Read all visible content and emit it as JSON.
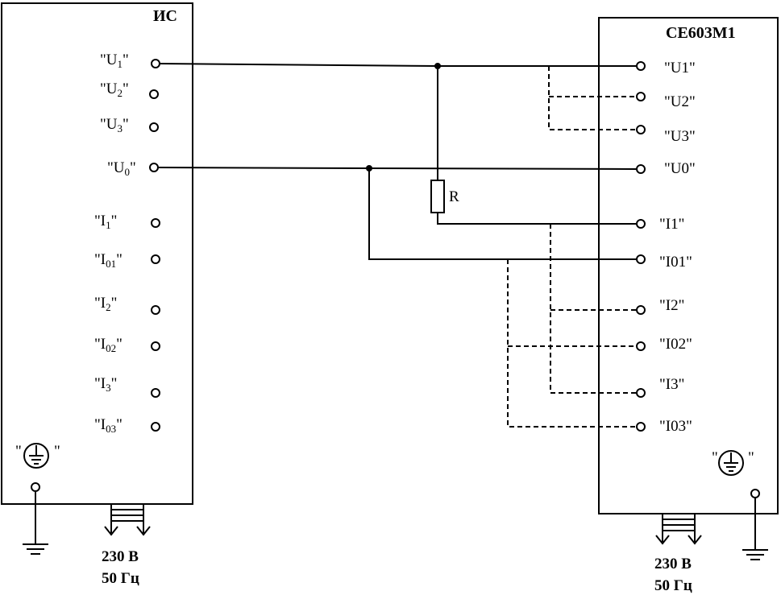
{
  "left_device": {
    "title": "ИС",
    "terminals": [
      {
        "label": "\"U1\"",
        "main": "U",
        "sub": "1"
      },
      {
        "label": "\"U2\"",
        "main": "U",
        "sub": "2"
      },
      {
        "label": "\"U3\"",
        "main": "U",
        "sub": "3"
      },
      {
        "label": "\"U0\"",
        "main": "U",
        "sub": "0"
      },
      {
        "label": "\"I1\"",
        "main": "I",
        "sub": "1"
      },
      {
        "label": "\"I01\"",
        "main": "I",
        "sub": "01"
      },
      {
        "label": "\"I2\"",
        "main": "I",
        "sub": "2"
      },
      {
        "label": "\"I02\"",
        "main": "I",
        "sub": "02"
      },
      {
        "label": "\"I3\"",
        "main": "I",
        "sub": "3"
      },
      {
        "label": "\"I03\"",
        "main": "I",
        "sub": "03"
      }
    ],
    "supply": {
      "voltage": "230 В",
      "frequency": "50 Гц"
    }
  },
  "right_device": {
    "title": "CE603M1",
    "terminals": [
      "\"U1\"",
      "\"U2\"",
      "\"U3\"",
      "\"U0\"",
      "\"I1\"",
      "\"I01\"",
      "\"I2\"",
      "\"I02\"",
      "\"I3\"",
      "\"I03\""
    ],
    "supply": {
      "voltage": "230 В",
      "frequency": "50 Гц"
    }
  },
  "resistor": {
    "label": "R"
  },
  "icons": {
    "ground": "protective-earth-icon",
    "terminal": "terminal-circle-icon"
  }
}
